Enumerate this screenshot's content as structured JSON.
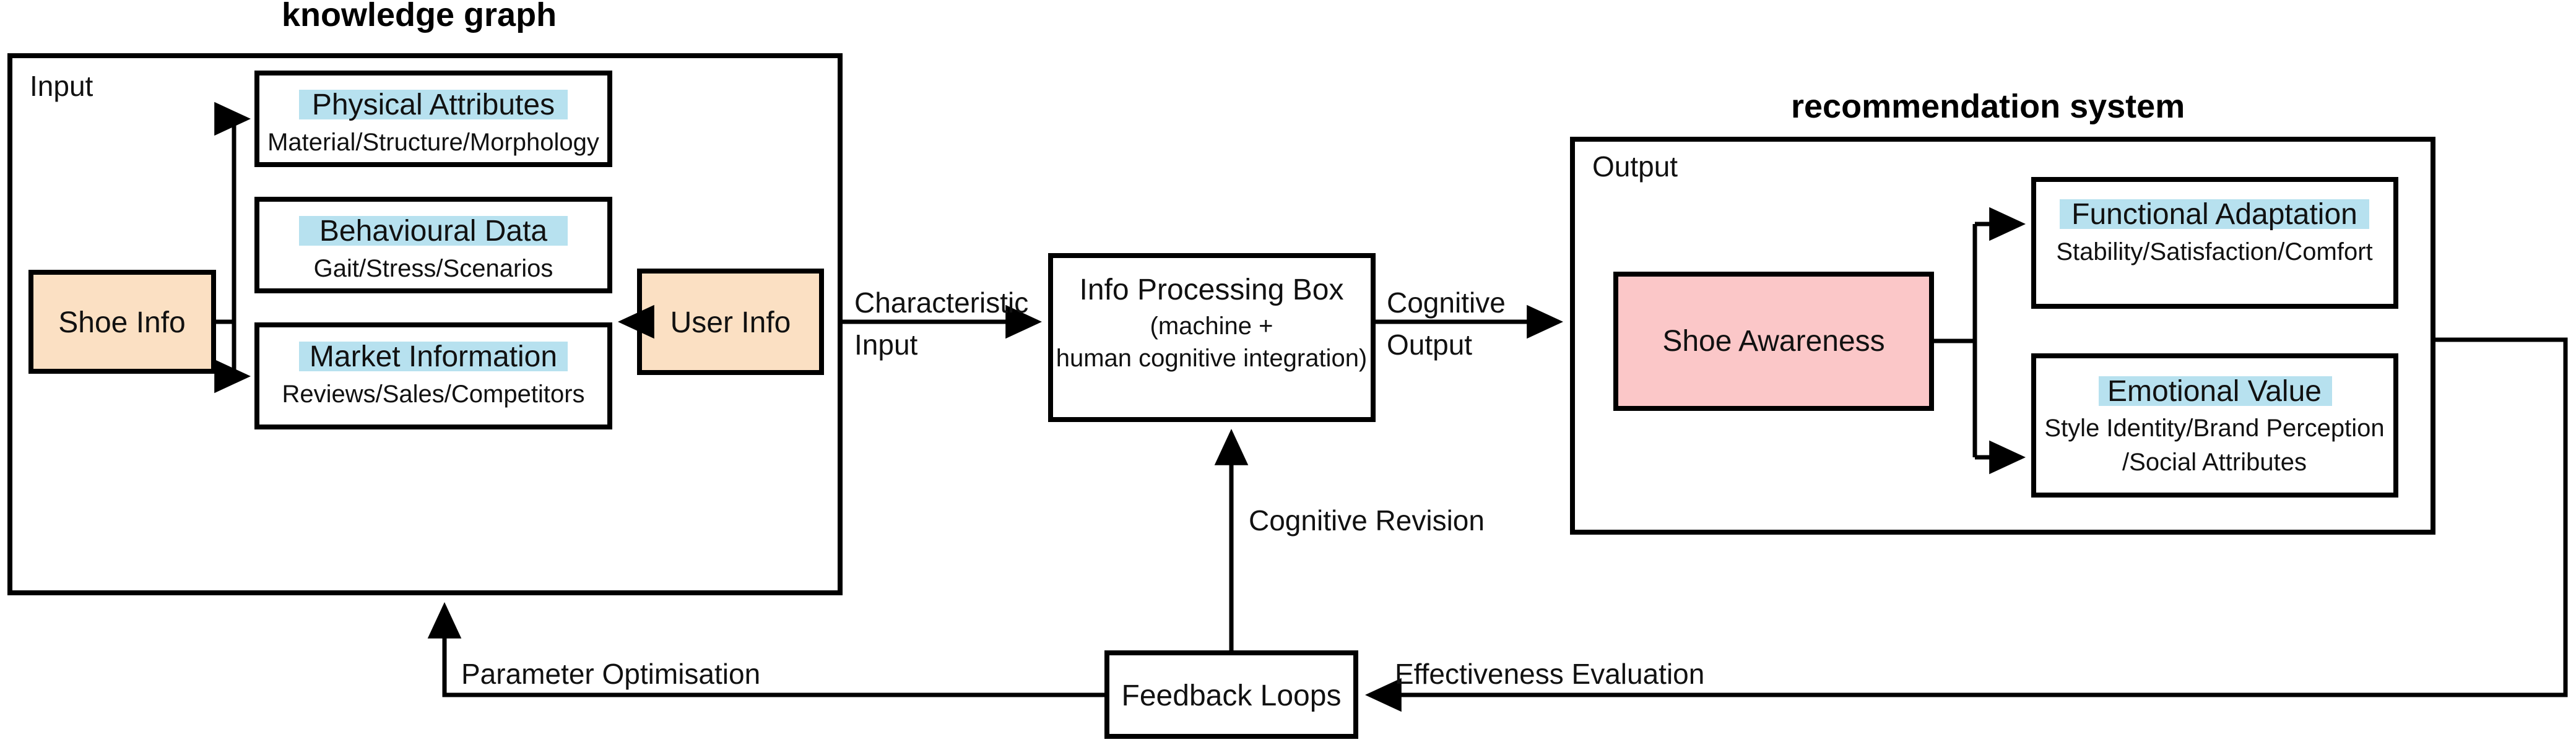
{
  "titles": {
    "knowledge_graph": "knowledge graph",
    "recommendation_system": "recommendation system"
  },
  "containers": {
    "input": {
      "label": "Input"
    },
    "output": {
      "label": "Output"
    }
  },
  "colors": {
    "highlight_blue": "#b7e1ef",
    "source_orange": "#fbe0c3",
    "awareness_pink": "#fbc7c8",
    "stroke_black": "#000000",
    "background_white": "#ffffff"
  },
  "nodes": {
    "shoe_info": {
      "label": "Shoe Info"
    },
    "user_info": {
      "label": "User Info"
    },
    "physical_attributes": {
      "heading": "Physical Attributes",
      "detail": "Material/Structure/Morphology"
    },
    "behavioural_data": {
      "heading": "Behavioural Data",
      "detail": "Gait/Stress/Scenarios"
    },
    "market_information": {
      "heading": "Market Information",
      "detail": "Reviews/Sales/Competitors"
    },
    "info_processing_box": {
      "line1": "Info Processing Box",
      "line2": "(machine +",
      "line3": "human cognitive integration)"
    },
    "shoe_awareness": {
      "label": "Shoe Awareness"
    },
    "functional_adaptation": {
      "heading": "Functional Adaptation",
      "detail": "Stability/Satisfaction/Comfort"
    },
    "emotional_value": {
      "heading": "Emotional Value",
      "detail_line1": "Style Identity/Brand Perception",
      "detail_line2": "/Social Attributes"
    },
    "feedback_loops": {
      "label": "Feedback Loops"
    }
  },
  "edges": {
    "characteristic_input": {
      "line1": "Characteristic",
      "line2": "Input"
    },
    "cognitive_output": {
      "line1": "Cognitive",
      "line2": "Output"
    },
    "cognitive_revision": {
      "label": "Cognitive Revision"
    },
    "parameter_optimisation": {
      "label": "Parameter Optimisation"
    },
    "effectiveness_evaluation": {
      "label": "Effectiveness Evaluation"
    }
  }
}
